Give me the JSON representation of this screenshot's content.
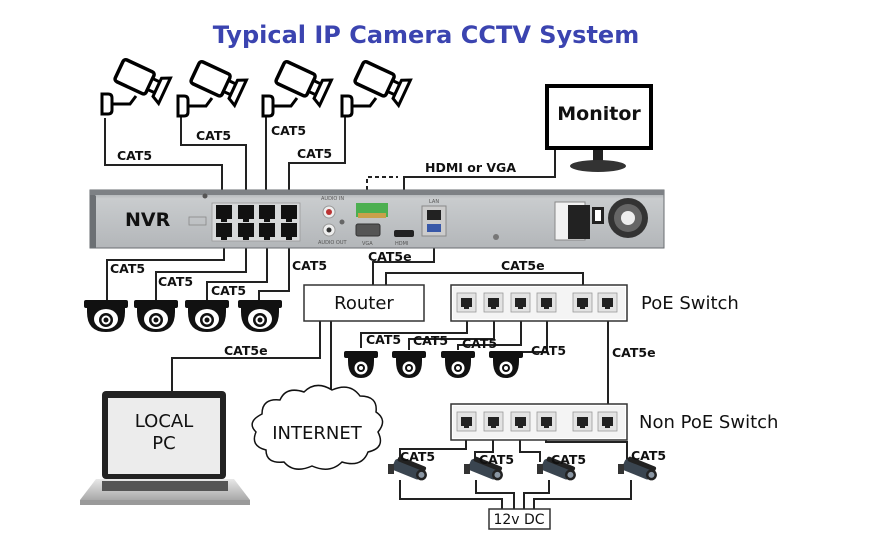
{
  "title": "Typical IP Camera CCTV System",
  "nvr": {
    "label": "NVR",
    "port_labels": {
      "audio_in": "AUDIO IN",
      "audio_out": "AUDIO OUT",
      "vga": "VGA",
      "hdmi": "HDMI",
      "lan": "LAN"
    }
  },
  "monitor": {
    "label": "Monitor",
    "link_label": "HDMI or VGA"
  },
  "router": {
    "label": "Router",
    "nvr_link_label": "CAT5e",
    "switch_link_label": "CAT5e",
    "pc_link_label": "CAT5e"
  },
  "poe_switch": {
    "label": "PoE Switch",
    "uplink_label": "CAT5e"
  },
  "non_poe_switch": {
    "label": "Non PoE Switch"
  },
  "local_pc": {
    "line1": "LOCAL",
    "line2": "PC"
  },
  "internet": {
    "label": "INTERNET"
  },
  "power_supply": {
    "label": "12v DC"
  },
  "cable_labels": {
    "top_bullet_cameras": [
      "CAT5",
      "CAT5",
      "CAT5",
      "CAT5"
    ],
    "nvr_dome_cameras": [
      "CAT5",
      "CAT5",
      "CAT5",
      "CAT5"
    ],
    "poe_dome_cameras": [
      "CAT5",
      "CAT5",
      "CAT5",
      "CAT5"
    ],
    "non_poe_bullet_cameras": [
      "CAT5",
      "CAT5",
      "CAT5",
      "CAT5"
    ]
  }
}
